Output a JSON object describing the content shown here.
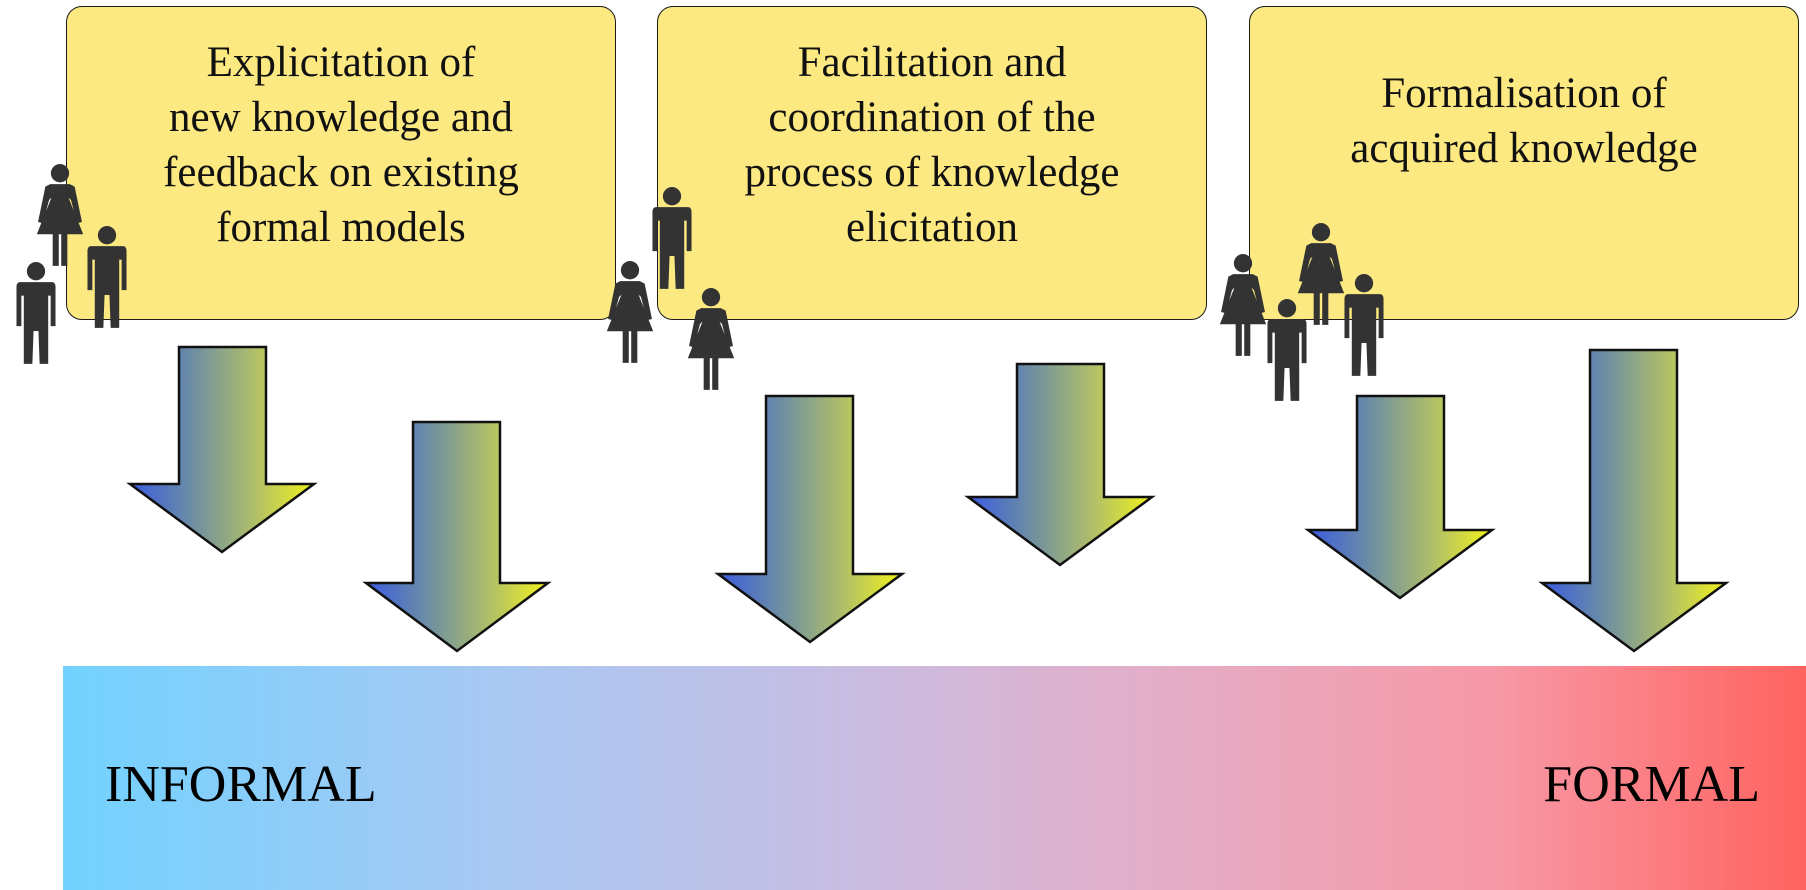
{
  "boxes": [
    {
      "lines": [
        "Explicitation of",
        "new knowledge and",
        "feedback on existing",
        "formal models"
      ]
    },
    {
      "lines": [
        "Facilitation and",
        "coordination of the",
        "process of knowledge",
        "elicitation"
      ]
    },
    {
      "lines": [
        "Formalisation of",
        "acquired knowledge"
      ]
    }
  ],
  "spectrum": {
    "left_label": "INFORMAL",
    "right_label": "FORMAL"
  },
  "colors": {
    "box_fill": "#fde981",
    "arrow_gradient_start": "#3a5be0",
    "arrow_gradient_end": "#f2f21a",
    "spectrum_start": "#72d2ff",
    "spectrum_end": "#ff635f",
    "person_icon": "#333333"
  },
  "icons": [
    "person-icon"
  ]
}
